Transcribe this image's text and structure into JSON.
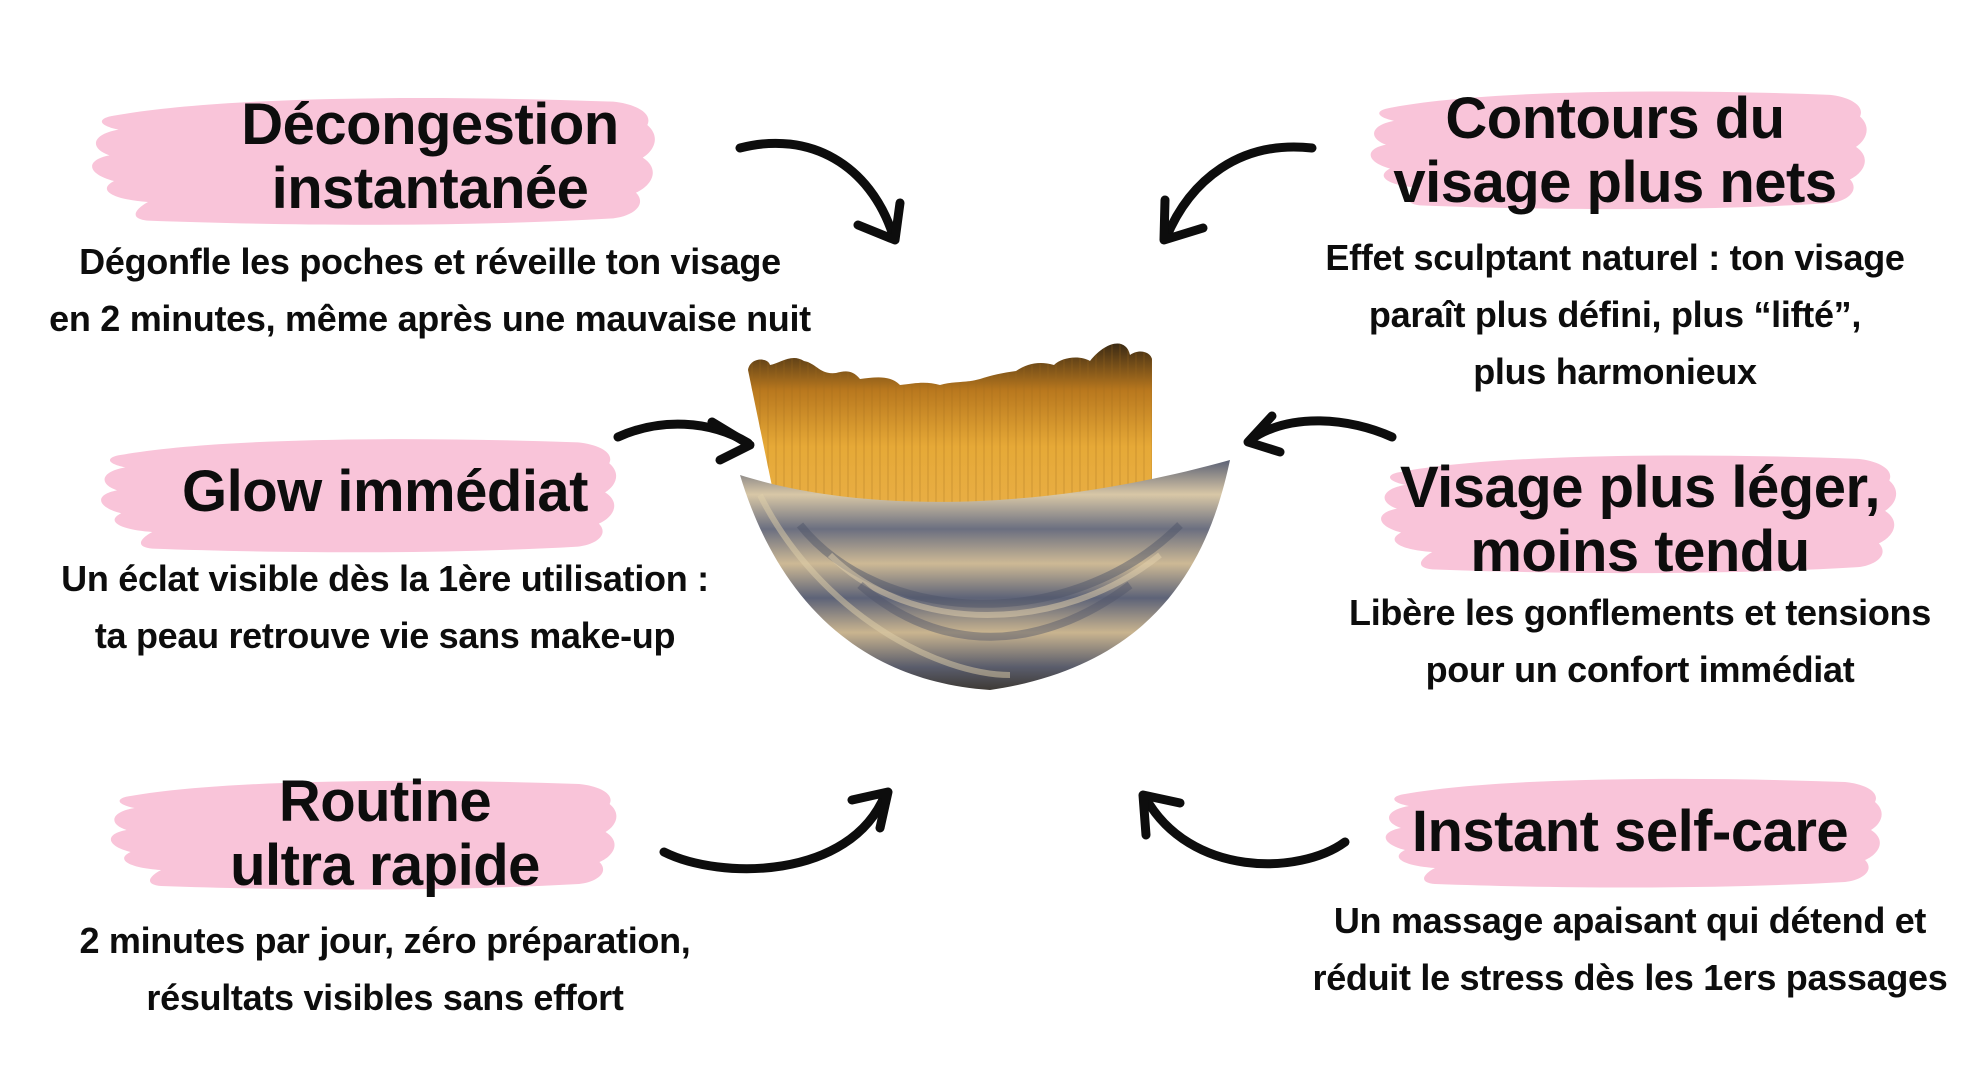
{
  "colors": {
    "brush": "#f9c4d9",
    "text": "#0d0d0d",
    "bristle": "#e3a733",
    "bristle_tip": "#3b2a14",
    "handle_dark": "#5d6378",
    "handle_light": "#d8c7a6"
  },
  "product": {
    "name": "facial-massage-brush"
  },
  "benefits": [
    {
      "id": "decongestion",
      "title_lines": [
        "Décongestion",
        "instantanée"
      ],
      "desc_lines": [
        "Dégonfle les poches et réveille ton visage",
        "en 2 minutes, même après une mauvaise nuit"
      ]
    },
    {
      "id": "contours",
      "title_lines": [
        "Contours du",
        "visage plus nets"
      ],
      "desc_lines": [
        "Effet sculptant naturel : ton visage",
        "paraît plus défini, plus “lifté”,",
        "plus harmonieux"
      ]
    },
    {
      "id": "glow",
      "title_lines": [
        "Glow immédiat"
      ],
      "desc_lines": [
        "Un éclat visible dès la 1ère utilisation :",
        "ta peau retrouve vie sans make-up"
      ]
    },
    {
      "id": "visage-leger",
      "title_lines": [
        "Visage plus léger,",
        "moins tendu"
      ],
      "desc_lines": [
        "Libère les gonflements et tensions",
        "pour un confort immédiat"
      ]
    },
    {
      "id": "routine",
      "title_lines": [
        "Routine",
        "ultra rapide"
      ],
      "desc_lines": [
        "2 minutes par jour, zéro préparation,",
        "résultats visibles sans effort"
      ]
    },
    {
      "id": "self-care",
      "title_lines": [
        "Instant self-care"
      ],
      "desc_lines": [
        "Un massage apaisant qui détend et",
        "réduit le stress dès les 1ers passages"
      ]
    }
  ]
}
